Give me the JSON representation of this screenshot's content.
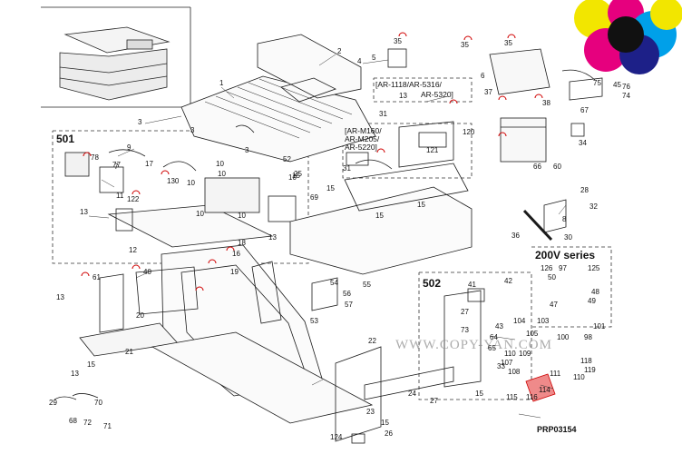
{
  "diagram": {
    "code": "PRP03154",
    "watermark": "WWW.COPY-YAN.COM",
    "box_labels": {
      "b501": "501",
      "b502": "502",
      "b200v": "200V series"
    },
    "models": {
      "group_a": [
        "[AR-1118/AR-5316/",
        "AR-5320]"
      ],
      "group_b": [
        "[AR-M160/",
        "AR-M205/",
        "AR-5220]"
      ]
    },
    "callouts": {
      "c1": "1",
      "c2": "2",
      "c3a": "3",
      "c3b": "3",
      "c3c": "3",
      "c4": "4",
      "c5": "5",
      "c6": "6",
      "c7": "7",
      "c8": "8",
      "c9": "9",
      "c10a": "10",
      "c10b": "10",
      "c10c": "10",
      "c10d": "10",
      "c10e": "10",
      "c10f": "10",
      "c11": "11",
      "c12": "12",
      "c13a": "13",
      "c13b": "13",
      "c13c": "13",
      "c13d": "13",
      "c13e": "13",
      "c15a": "15",
      "c15b": "15",
      "c15c": "15",
      "c15d": "15",
      "c15e": "15",
      "c15f": "15",
      "c15g": "15",
      "c16": "16",
      "c17": "17",
      "c18": "18",
      "c19": "19",
      "c20": "20",
      "c21": "21",
      "c22": "22",
      "c23": "23",
      "c24": "24",
      "c25": "25",
      "c26": "26",
      "c27a": "27",
      "c27b": "27",
      "c28": "28",
      "c29": "29",
      "c30": "30",
      "c31a": "31",
      "c31b": "31",
      "c32": "32",
      "c33": "33",
      "c34": "34",
      "c35a": "35",
      "c35b": "35",
      "c35c": "35",
      "c36": "36",
      "c37": "37",
      "c38": "38",
      "c40": "40",
      "c41": "41",
      "c42": "42",
      "c43": "43",
      "c45": "45",
      "c47": "47",
      "c48": "48",
      "c49": "49",
      "c50": "50",
      "c52": "52",
      "c53": "53",
      "c54": "54",
      "c55": "55",
      "c56": "56",
      "c57": "57",
      "c60": "60",
      "c61": "61",
      "c64": "64",
      "c65": "65",
      "c66": "66",
      "c67": "67",
      "c68": "68",
      "c69": "69",
      "c70": "70",
      "c71": "71",
      "c72": "72",
      "c73": "73",
      "c74": "74",
      "c75": "75",
      "c76": "76",
      "c77": "77",
      "c78": "78",
      "c97": "97",
      "c98": "98",
      "c100": "100",
      "c101": "101",
      "c103": "103",
      "c104": "104",
      "c105": "105",
      "c107": "107",
      "c108": "108",
      "c109": "109",
      "c110a": "110",
      "c110b": "110",
      "c111": "111",
      "c114": "114",
      "c115": "115",
      "c116": "116",
      "c118": "118",
      "c119": "119",
      "c120": "120",
      "c121": "121",
      "c122": "122",
      "c124": "124",
      "c125": "125",
      "c126": "126",
      "c130": "130"
    }
  }
}
